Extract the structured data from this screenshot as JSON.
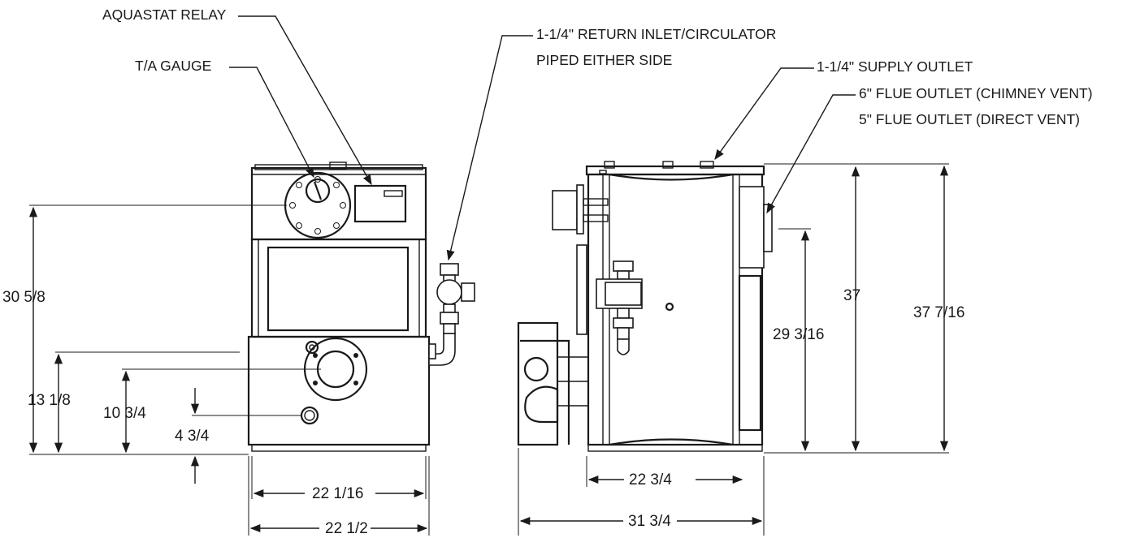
{
  "callouts": {
    "aquastat_relay": "AQUASTAT RELAY",
    "ta_gauge": "T/A GAUGE",
    "return_inlet_line1": "1-1/4\" RETURN INLET/CIRCULATOR",
    "return_inlet_line2": "PIPED EITHER SIDE",
    "supply_outlet": "1-1/4\" SUPPLY OUTLET",
    "flue_chimney": "6\" FLUE OUTLET (CHIMNEY VENT)",
    "flue_direct": "5\" FLUE OUTLET (DIRECT VENT)"
  },
  "front_view": {
    "height_30_5_8": "30 5/8",
    "height_13_1_8": "13 1/8",
    "height_10_3_4": "10 3/4",
    "height_4_3_4": "4 3/4",
    "width_22_1_16": "22 1/16",
    "width_22_1_2": "22 1/2"
  },
  "side_view": {
    "height_29_3_16": "29 3/16",
    "height_37": "37",
    "height_37_7_16": "37 7/16",
    "width_22_3_4": "22 3/4",
    "width_31_3_4": "31 3/4"
  },
  "colors": {
    "ink": "#1a1a1a",
    "paper": "#ffffff"
  }
}
